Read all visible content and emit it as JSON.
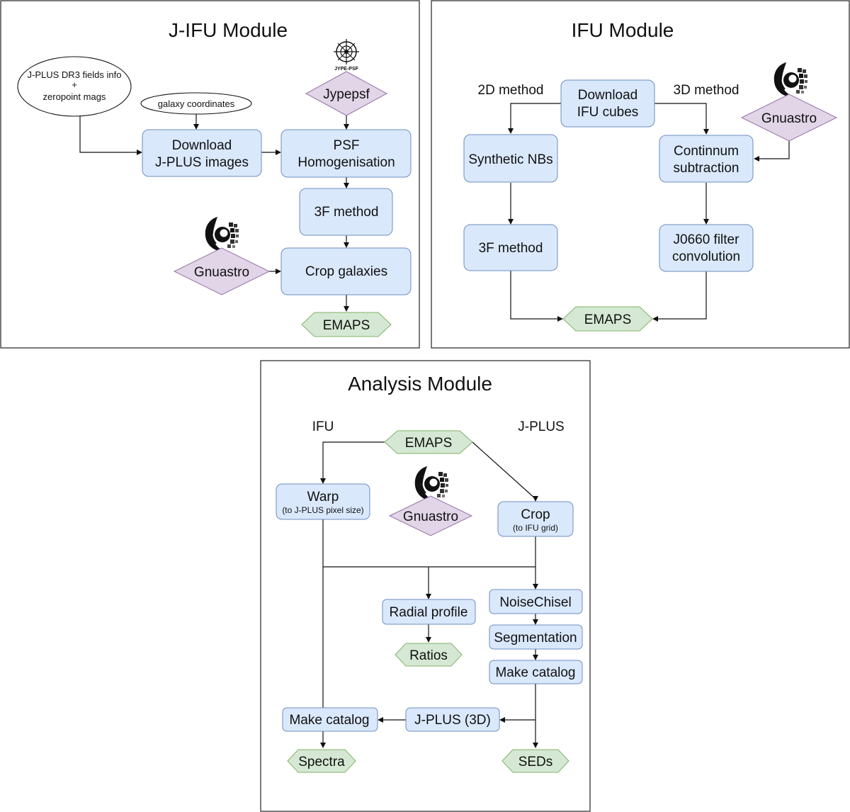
{
  "modules": {
    "jifu": {
      "title": "J-IFU Module",
      "fields_info": [
        "J-PLUS DR3 fields info",
        "+",
        "zeropoint mags"
      ],
      "galaxy_coordinates": "galaxy coordinates",
      "download": [
        "Download",
        "J-PLUS images"
      ],
      "jype_logo_text": "JYPE-PSF",
      "jypepsf": "Jypepsf",
      "psf": [
        "PSF",
        "Homogenisation"
      ],
      "method_3f": "3F method",
      "gnuastro": "Gnuastro",
      "crop": "Crop galaxies",
      "emaps": "EMAPS"
    },
    "ifu": {
      "title": "IFU Module",
      "method_2d": "2D method",
      "method_3d": "3D method",
      "download": [
        "Download",
        "IFU cubes"
      ],
      "gnuastro": "Gnuastro",
      "synthetic": "Synthetic NBs",
      "continuum": [
        "Continnum",
        "subtraction"
      ],
      "method_3f": "3F method",
      "j0660": [
        "J0660 filter",
        "convolution"
      ],
      "emaps": "EMAPS"
    },
    "analysis": {
      "title": "Analysis Module",
      "ifu_label": "IFU",
      "jplus_label": "J-PLUS",
      "emaps": "EMAPS",
      "warp": "Warp",
      "warp_sub": "(to J-PLUS pixel size)",
      "gnuastro": "Gnuastro",
      "crop": "Crop",
      "crop_sub": "(to IFU grid)",
      "radial": "Radial profile",
      "noisechisel": "NoiseChisel",
      "ratios": "Ratios",
      "segmentation": "Segmentation",
      "make_catalog_right": "Make catalog",
      "make_catalog_left": "Make catalog",
      "jplus3d": "J-PLUS (3D)",
      "spectra": "Spectra",
      "seds": "SEDs"
    }
  },
  "colors": {
    "process_fill": "#dae8fc",
    "process_stroke": "#6c8ebf",
    "tool_fill": "#e1d5e7",
    "tool_stroke": "#9673a6",
    "output_fill": "#d5e8d4",
    "output_stroke": "#82b366"
  },
  "icons": {
    "gnuastro_logo": "gnuastro-logo-icon",
    "jype_psf_logo": "jype-psf-logo-icon"
  }
}
